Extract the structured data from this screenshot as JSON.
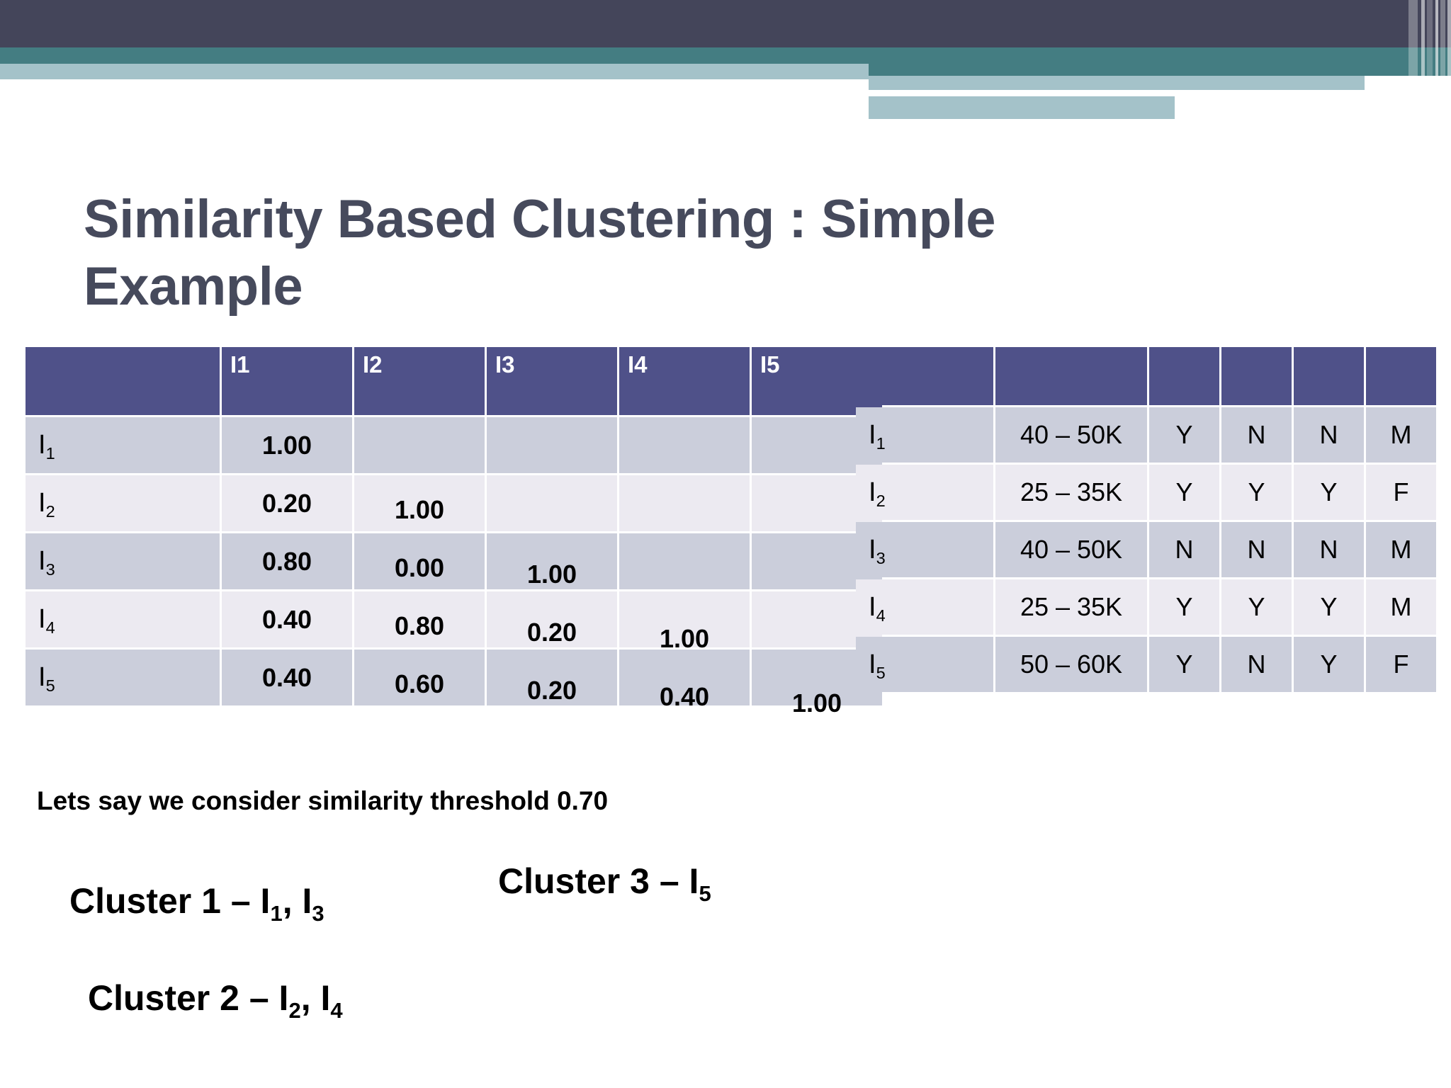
{
  "theme": {
    "band_navy": "#44455a",
    "band_teal": "#447d82",
    "band_light": "#a4c2c9",
    "table_header": "#4f5189",
    "row_dark": "#cbcedb",
    "row_light": "#eceaf1",
    "title_color": "#464a5c"
  },
  "title": "Similarity Based Clustering : Simple Example",
  "similarity_table": {
    "headers": [
      "",
      "I1",
      "I2",
      "I3",
      "I4",
      "I5"
    ],
    "rows": [
      {
        "label": "I",
        "sub": "1",
        "values": [
          "1.00",
          "",
          "",
          "",
          ""
        ]
      },
      {
        "label": "I",
        "sub": "2",
        "values": [
          "0.20",
          "1.00",
          "",
          "",
          ""
        ]
      },
      {
        "label": "I",
        "sub": "3",
        "values": [
          "0.80",
          "0.00",
          "1.00",
          "",
          ""
        ]
      },
      {
        "label": "I",
        "sub": "4",
        "values": [
          "0.40",
          "0.80",
          "0.20",
          "1.00",
          ""
        ]
      },
      {
        "label": "I",
        "sub": "5",
        "values": [
          "0.40",
          "0.60",
          "0.20",
          "0.40",
          "1.00"
        ]
      }
    ]
  },
  "attribute_table": {
    "headers": [
      "",
      "",
      "",
      "",
      "",
      ""
    ],
    "rows": [
      {
        "label": "I",
        "sub": "1",
        "values": [
          "40 – 50K",
          "Y",
          "N",
          "N",
          "M"
        ]
      },
      {
        "label": "I",
        "sub": "2",
        "values": [
          "25 – 35K",
          "Y",
          "Y",
          "Y",
          "F"
        ]
      },
      {
        "label": "I",
        "sub": "3",
        "values": [
          "40 – 50K",
          "N",
          "N",
          "N",
          "M"
        ]
      },
      {
        "label": "I",
        "sub": "4",
        "values": [
          "25 – 35K",
          "Y",
          "Y",
          "Y",
          "M"
        ]
      },
      {
        "label": "I",
        "sub": "5",
        "values": [
          "50 – 60K",
          "Y",
          "N",
          "Y",
          "F"
        ]
      }
    ]
  },
  "threshold_note": "Lets say we consider similarity threshold 0.70",
  "clusters": [
    {
      "prefix": "Cluster 1 – I",
      "sub1": "1",
      "mid": ", I",
      "sub2": "3"
    },
    {
      "prefix": "Cluster 2 – I",
      "sub1": "2",
      "mid": ", I",
      "sub2": "4"
    },
    {
      "prefix": "Cluster 3 – I",
      "sub1": "5",
      "mid": "",
      "sub2": ""
    }
  ]
}
